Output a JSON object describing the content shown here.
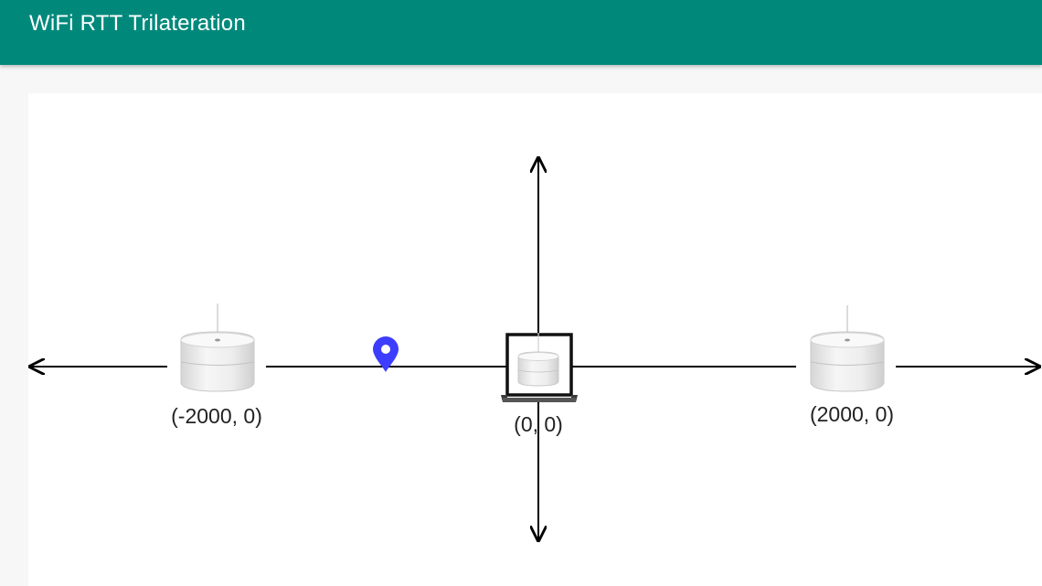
{
  "app": {
    "title": "WiFi RTT Trilateration"
  },
  "colors": {
    "app_bar": "#00897b",
    "axis": "#000000",
    "location_pin": "#3d3dff",
    "router": "#e8e8e8"
  },
  "diagram": {
    "routers": [
      {
        "name": "router-left",
        "label": "(-2000, 0)",
        "icon": "wifi-router-icon"
      },
      {
        "name": "router-center",
        "label": "(0, 0)",
        "icon": "wifi-router-icon"
      },
      {
        "name": "router-right",
        "label": "(2000, 0)",
        "icon": "wifi-router-icon"
      }
    ],
    "device_icon": "laptop-icon",
    "location_icon": "location-pin-icon"
  }
}
